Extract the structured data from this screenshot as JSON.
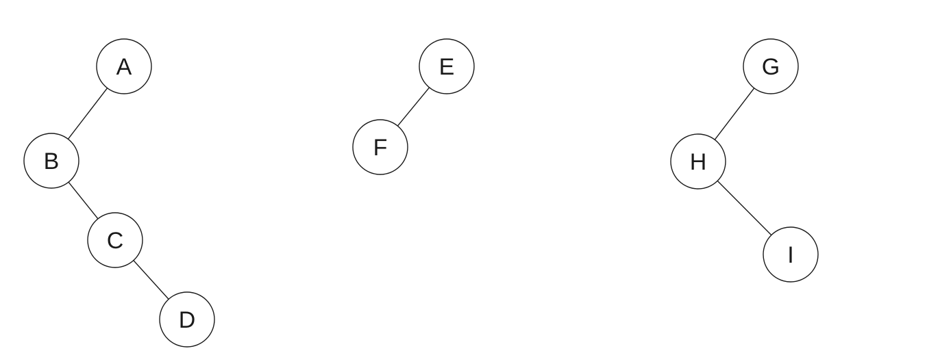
{
  "colors": {
    "background": "#ffffff",
    "stroke": "#1a1a1a",
    "text": "#1a1a1a"
  },
  "trees": [
    {
      "nodes": [
        {
          "id": "A",
          "label": "A"
        },
        {
          "id": "B",
          "label": "B"
        },
        {
          "id": "C",
          "label": "C"
        },
        {
          "id": "D",
          "label": "D"
        }
      ],
      "edges": [
        [
          "A",
          "B"
        ],
        [
          "B",
          "C"
        ],
        [
          "C",
          "D"
        ]
      ]
    },
    {
      "nodes": [
        {
          "id": "E",
          "label": "E"
        },
        {
          "id": "F",
          "label": "F"
        }
      ],
      "edges": [
        [
          "E",
          "F"
        ]
      ]
    },
    {
      "nodes": [
        {
          "id": "G",
          "label": "G"
        },
        {
          "id": "H",
          "label": "H"
        },
        {
          "id": "I",
          "label": "I"
        }
      ],
      "edges": [
        [
          "G",
          "H"
        ],
        [
          "H",
          "I"
        ]
      ]
    }
  ]
}
